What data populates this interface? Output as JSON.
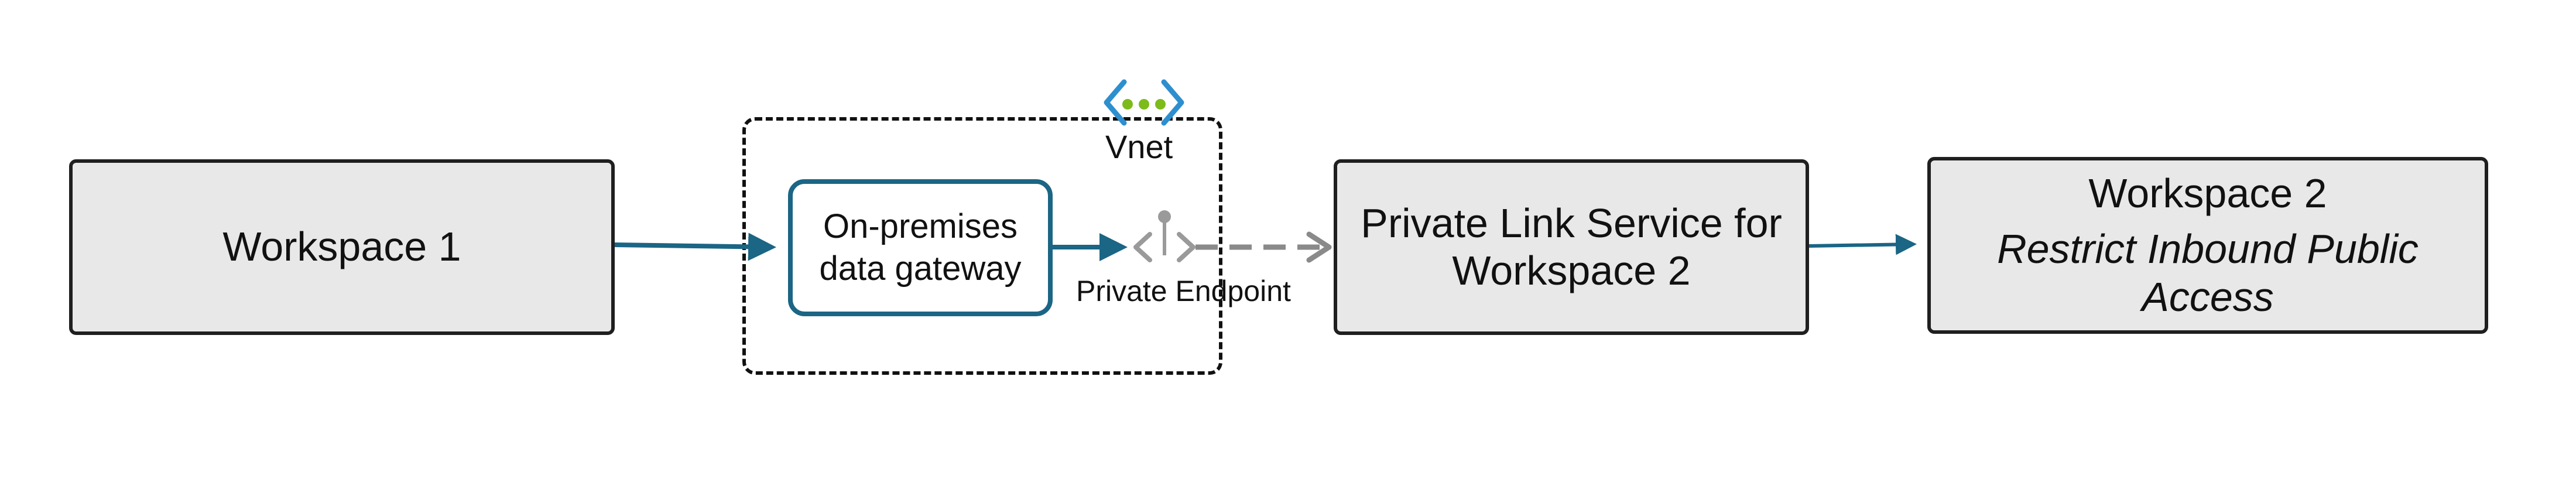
{
  "workspace1": {
    "label": "Workspace 1"
  },
  "gateway": {
    "line1": "On-premises",
    "line2": "data gateway"
  },
  "vnet": {
    "label": "Vnet",
    "icon": "vnet-icon"
  },
  "private_endpoint": {
    "label": "Private Endpoint",
    "icon": "private-endpoint-icon"
  },
  "private_link_service": {
    "line1": "Private Link Service for",
    "line2": "Workspace 2"
  },
  "workspace2": {
    "title": "Workspace 2",
    "subtitle": "Restrict Inbound Public Access"
  },
  "colors": {
    "box_fill": "#e8e8e8",
    "box_border": "#1f1f1f",
    "gateway_border": "#1b6585",
    "arrow": "#1b6585",
    "dashed_arrow": "#8a8a8a",
    "vnet_icon_bracket": "#2e8fcf",
    "vnet_icon_dots": "#7dbb1a"
  }
}
